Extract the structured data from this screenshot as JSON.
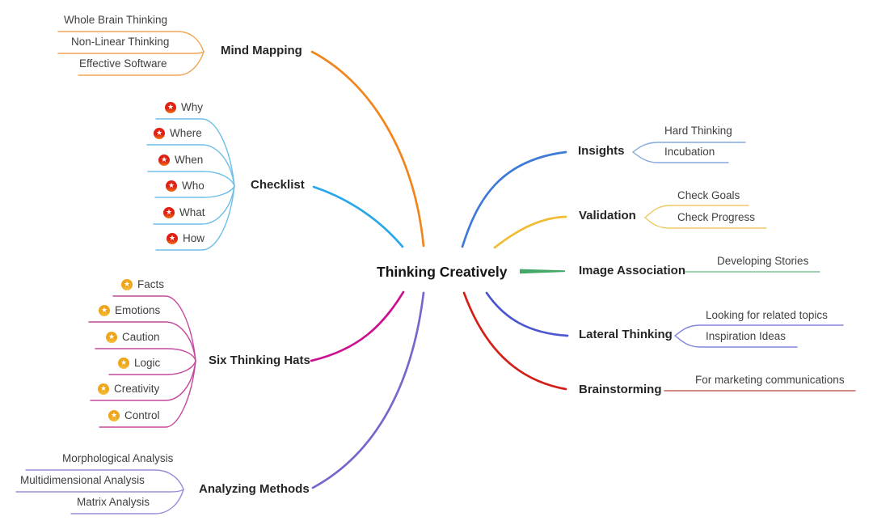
{
  "title": "Thinking Creatively",
  "icons": {
    "star": {
      "glyph": "★",
      "red": "#df2013",
      "yellow": "#efa519"
    }
  },
  "branches": {
    "mind_mapping": {
      "label": "Mind Mapping",
      "color": "#F0861C",
      "leaf_color": "#F0A455",
      "children": [
        {
          "label": "Whole Brain Thinking"
        },
        {
          "label": "Non-Linear Thinking"
        },
        {
          "label": "Effective Software"
        }
      ]
    },
    "checklist": {
      "label": "Checklist",
      "color": "#2AA7E8",
      "leaf_color": "#6FBEE8",
      "children": [
        {
          "label": "Why",
          "icon": "star-red"
        },
        {
          "label": "Where",
          "icon": "star-red"
        },
        {
          "label": "When",
          "icon": "star-red"
        },
        {
          "label": "Who",
          "icon": "star-red"
        },
        {
          "label": "What",
          "icon": "star-red"
        },
        {
          "label": "How",
          "icon": "star-red"
        }
      ]
    },
    "six_thinking_hats": {
      "label": "Six Thinking Hats",
      "color": "#CE1090",
      "leaf_color": "#C4489B",
      "children": [
        {
          "label": "Facts",
          "icon": "star-yellow"
        },
        {
          "label": "Emotions",
          "icon": "star-yellow"
        },
        {
          "label": "Caution",
          "icon": "star-yellow"
        },
        {
          "label": "Logic",
          "icon": "star-yellow"
        },
        {
          "label": "Creativity",
          "icon": "star-yellow"
        },
        {
          "label": "Control",
          "icon": "star-yellow"
        }
      ]
    },
    "analyzing_methods": {
      "label": "Analyzing Methods",
      "color": "#7568CD",
      "leaf_color": "#9A8ED9",
      "children": [
        {
          "label": "Morphological Analysis"
        },
        {
          "label": "Multidimensional Analysis"
        },
        {
          "label": "Matrix Analysis"
        }
      ]
    },
    "insights": {
      "label": "Insights",
      "color": "#3C7AD6",
      "leaf_color": "#84A9DC",
      "children": [
        {
          "label": "Hard Thinking"
        },
        {
          "label": "Incubation"
        }
      ]
    },
    "validation": {
      "label": "Validation",
      "color": "#F0BC34",
      "leaf_color": "#EFC967",
      "children": [
        {
          "label": "Check Goals"
        },
        {
          "label": "Check Progress"
        }
      ]
    },
    "image_association": {
      "label": "Image Association",
      "color": "#44A868",
      "leaf_color": "#7CC696",
      "children": [
        {
          "label": "Developing Stories"
        }
      ]
    },
    "lateral_thinking": {
      "label": "Lateral Thinking",
      "color": "#4A55D0",
      "leaf_color": "#8286DA",
      "children": [
        {
          "label": "Looking for related topics"
        },
        {
          "label": "Inspiration Ideas"
        }
      ]
    },
    "brainstorming": {
      "label": "Brainstorming",
      "color": "#D41F18",
      "leaf_color": "#C0625C",
      "children": [
        {
          "label": "For marketing communications"
        }
      ]
    }
  }
}
